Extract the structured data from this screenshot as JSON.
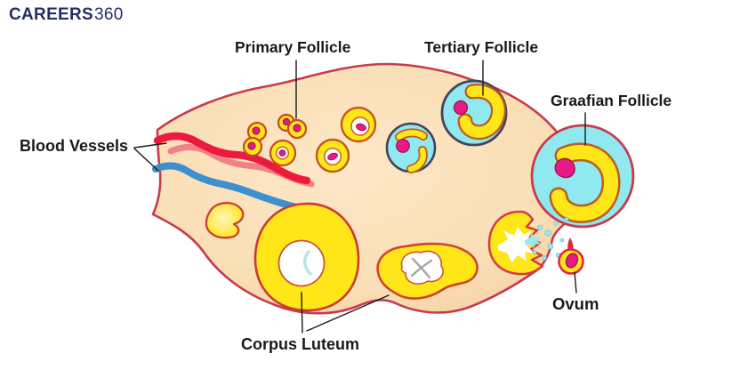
{
  "header": {
    "brand_bold": "CAREERS",
    "brand_light": "360"
  },
  "labels": {
    "primary_follicle": "Primary Follicle",
    "tertiary_follicle": "Tertiary Follicle",
    "graafian_follicle": "Graafian Follicle",
    "blood_vessels": "Blood Vessels",
    "corpus_luteum": "Corpus Luteum",
    "ovum": "Ovum"
  },
  "colors": {
    "brand_navy": "#272E64",
    "ovary_fill": "#FBE2BC",
    "ovary_outline": "#C73B4D",
    "follicle_yellow": "#FFE619",
    "follicle_outline_brown": "#C05A1F",
    "primary_outline_red": "#C84A22",
    "antrum_cyan": "#90E9EF",
    "antrum_outline_slate": "#46435A",
    "nucleus_magenta": "#E61C86",
    "artery_red": "#EA1B3F",
    "artery_salmon": "#F28089",
    "vein_blue": "#3E8FD0",
    "corpus_gray": "#A6A6A6",
    "crescent_pale_blue": "#B9E3E6",
    "label_text": "#1A1A1A"
  }
}
